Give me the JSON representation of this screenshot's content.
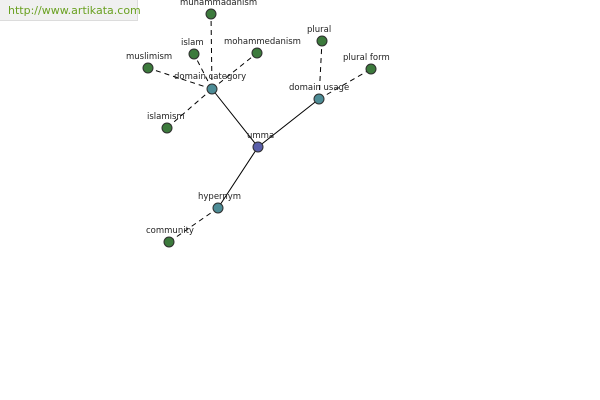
{
  "site": {
    "url_text": "http://www.artikata.com"
  },
  "colors": {
    "root": "#5a5faa",
    "relation": "#4d8c96",
    "leaf": "#3c7a3c"
  },
  "graph": {
    "nodes": [
      {
        "id": "umma",
        "label": "umma",
        "kind": "root"
      },
      {
        "id": "domain-category",
        "label": "domain category",
        "kind": "relation"
      },
      {
        "id": "domain-usage",
        "label": "domain usage",
        "kind": "relation"
      },
      {
        "id": "hypernym",
        "label": "hypernym",
        "kind": "relation"
      },
      {
        "id": "muhammadanism",
        "label": "muhammadanism",
        "kind": "leaf"
      },
      {
        "id": "islam",
        "label": "islam",
        "kind": "leaf"
      },
      {
        "id": "mohammedanism",
        "label": "mohammedanism",
        "kind": "leaf"
      },
      {
        "id": "muslimism",
        "label": "muslimism",
        "kind": "leaf"
      },
      {
        "id": "islamism",
        "label": "islamism",
        "kind": "leaf"
      },
      {
        "id": "plural",
        "label": "plural",
        "kind": "leaf"
      },
      {
        "id": "plural-form",
        "label": "plural form",
        "kind": "leaf"
      },
      {
        "id": "community",
        "label": "community",
        "kind": "leaf"
      }
    ],
    "edges": [
      {
        "from": "umma",
        "to": "domain-category",
        "style": "solid"
      },
      {
        "from": "umma",
        "to": "domain-usage",
        "style": "solid"
      },
      {
        "from": "umma",
        "to": "hypernym",
        "style": "solid"
      },
      {
        "from": "domain-category",
        "to": "muhammadanism",
        "style": "dashed"
      },
      {
        "from": "domain-category",
        "to": "islam",
        "style": "dashed"
      },
      {
        "from": "domain-category",
        "to": "mohammedanism",
        "style": "dashed"
      },
      {
        "from": "domain-category",
        "to": "muslimism",
        "style": "dashed"
      },
      {
        "from": "domain-category",
        "to": "islamism",
        "style": "dashed"
      },
      {
        "from": "domain-usage",
        "to": "plural",
        "style": "dashed"
      },
      {
        "from": "domain-usage",
        "to": "plural-form",
        "style": "dashed"
      },
      {
        "from": "hypernym",
        "to": "community",
        "style": "dashed"
      }
    ]
  }
}
